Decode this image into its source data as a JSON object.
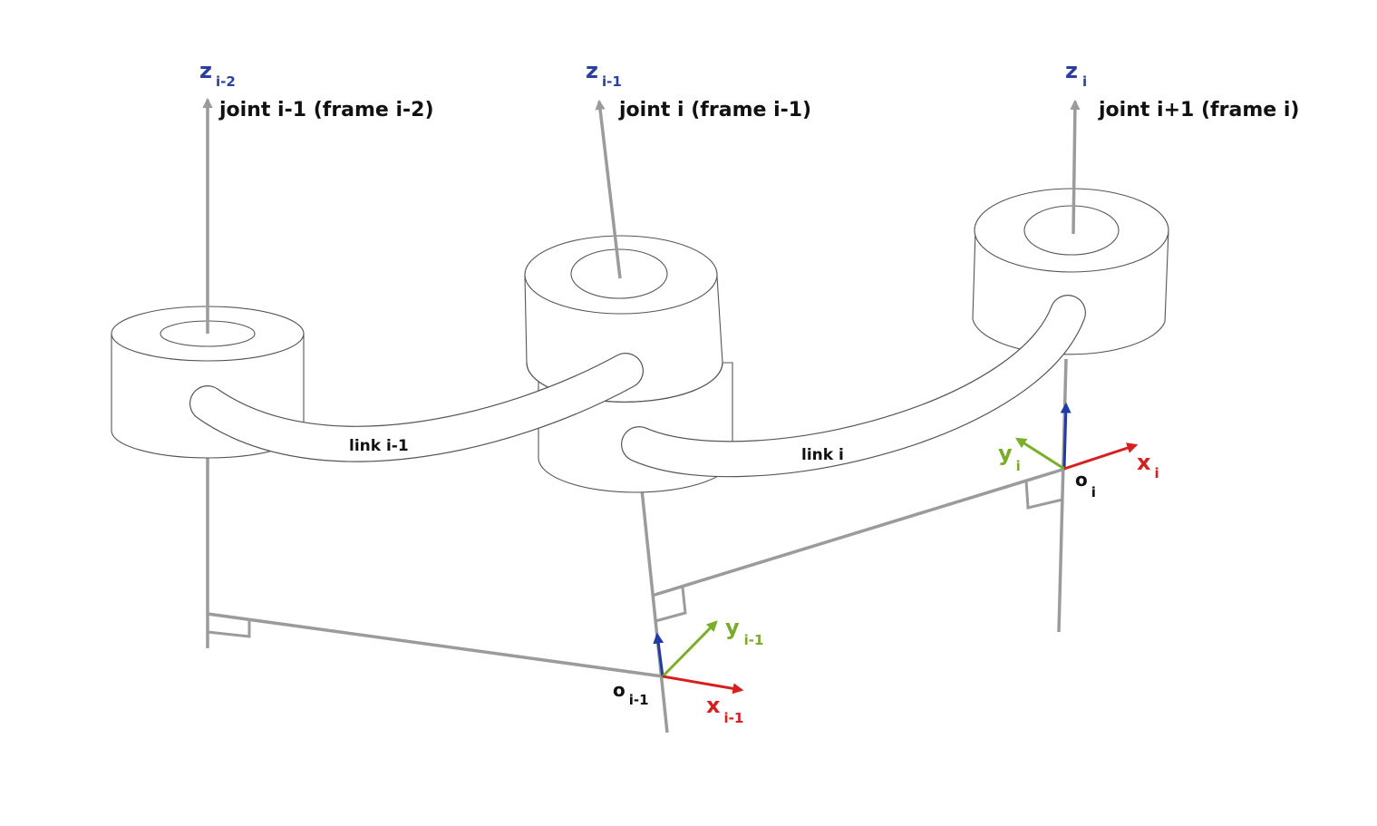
{
  "joints": [
    {
      "z_main": "z",
      "z_sub": "i-2",
      "name": "joint i-1",
      "frame": "(frame i-2)"
    },
    {
      "z_main": "z",
      "z_sub": "i-1",
      "name": "joint i",
      "frame": "(frame i-1)"
    },
    {
      "z_main": "z",
      "z_sub": "i",
      "name": "joint i+1",
      "frame": "(frame i)"
    }
  ],
  "links": [
    "link i-1",
    "link i"
  ],
  "frames": [
    {
      "o_main": "o",
      "o_sub": "i-1",
      "x_main": "x",
      "x_sub": "i-1",
      "y_main": "y",
      "y_sub": "i-1"
    },
    {
      "o_main": "o",
      "o_sub": "i",
      "x_main": "x",
      "x_sub": "i",
      "y_main": "y",
      "y_sub": "i"
    }
  ],
  "colors": {
    "z_axis": "#1f3ba6",
    "y_axis": "#79b028",
    "x_axis": "#d61f1f",
    "joint_axis": "#9b9b9b"
  }
}
